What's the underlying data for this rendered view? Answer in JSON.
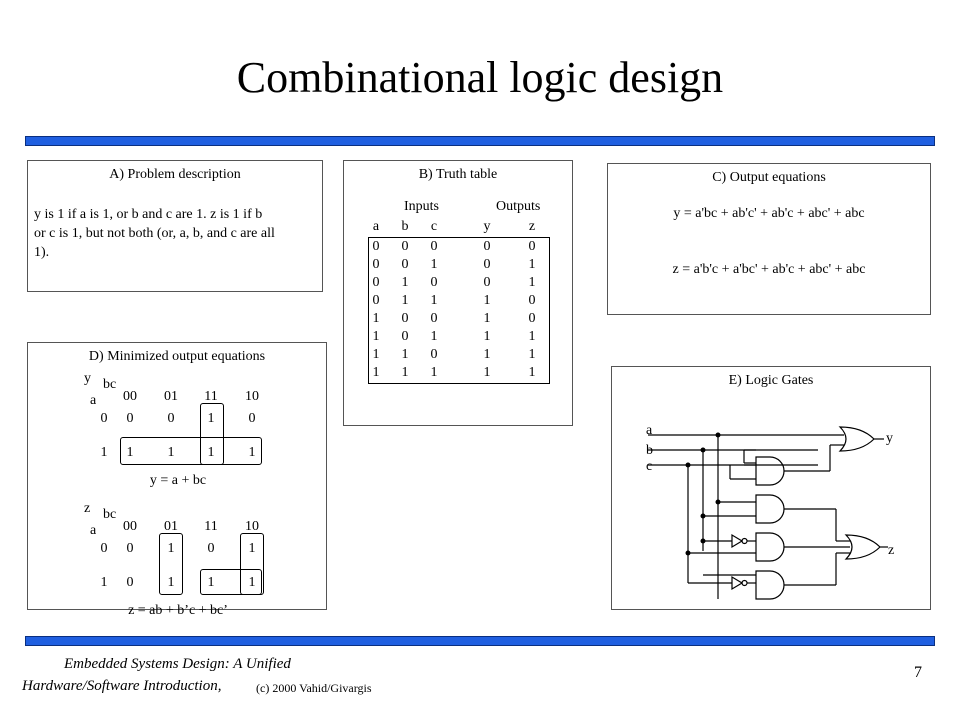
{
  "title": "Combinational logic design",
  "panelA": {
    "title": "A) Problem description",
    "lines": [
      "y is 1 if a is  1, or b and c are 1.  z is 1 if b",
      "or c is 1, but not both (or, a, b, and c are all",
      "1)."
    ]
  },
  "panelB": {
    "title": "B) Truth table",
    "inputs_label": "Inputs",
    "outputs_label": "Outputs",
    "headers": [
      "a",
      "b",
      "c",
      "y",
      "z"
    ],
    "rows": [
      [
        "0",
        "0",
        "0",
        "0",
        "0"
      ],
      [
        "0",
        "0",
        "1",
        "0",
        "1"
      ],
      [
        "0",
        "1",
        "0",
        "0",
        "1"
      ],
      [
        "0",
        "1",
        "1",
        "1",
        "0"
      ],
      [
        "1",
        "0",
        "0",
        "1",
        "0"
      ],
      [
        "1",
        "0",
        "1",
        "1",
        "1"
      ],
      [
        "1",
        "1",
        "0",
        "1",
        "1"
      ],
      [
        "1",
        "1",
        "1",
        "1",
        "1"
      ]
    ]
  },
  "panelC": {
    "title": "C) Output equations",
    "eq_y": "y = a'bc + ab'c' + ab'c + abc' + abc",
    "eq_z": "z = a'b'c + a'bc' + ab'c + abc' + abc"
  },
  "panelD": {
    "title": "D) Minimized output equations",
    "kmap_y": {
      "var": "y",
      "col_var": "bc",
      "row_var": "a",
      "cols": [
        "00",
        "01",
        "11",
        "10"
      ],
      "row_labels": [
        "0",
        "1"
      ],
      "cells": [
        [
          "0",
          "0",
          "1",
          "0"
        ],
        [
          "1",
          "1",
          "1",
          "1"
        ]
      ],
      "equation": "y = a + bc"
    },
    "kmap_z": {
      "var": "z",
      "col_var": "bc",
      "row_var": "a",
      "cols": [
        "00",
        "01",
        "11",
        "10"
      ],
      "row_labels": [
        "0",
        "1"
      ],
      "cells": [
        [
          "0",
          "1",
          "0",
          "1"
        ],
        [
          "0",
          "1",
          "1",
          "1"
        ]
      ],
      "equation": "z = ab + b’c + bc’"
    }
  },
  "panelE": {
    "title": "E) Logic Gates",
    "inputs": [
      "a",
      "b",
      "c"
    ],
    "outputs": [
      "y",
      "z"
    ]
  },
  "footer": {
    "book_line1": "Embedded Systems Design: A Unified",
    "book_line2": "Hardware/Software Introduction,",
    "copyright": "(c) 2000 Vahid/Givargis",
    "page": "7"
  },
  "colors": {
    "bar": "#1f5fe0"
  }
}
